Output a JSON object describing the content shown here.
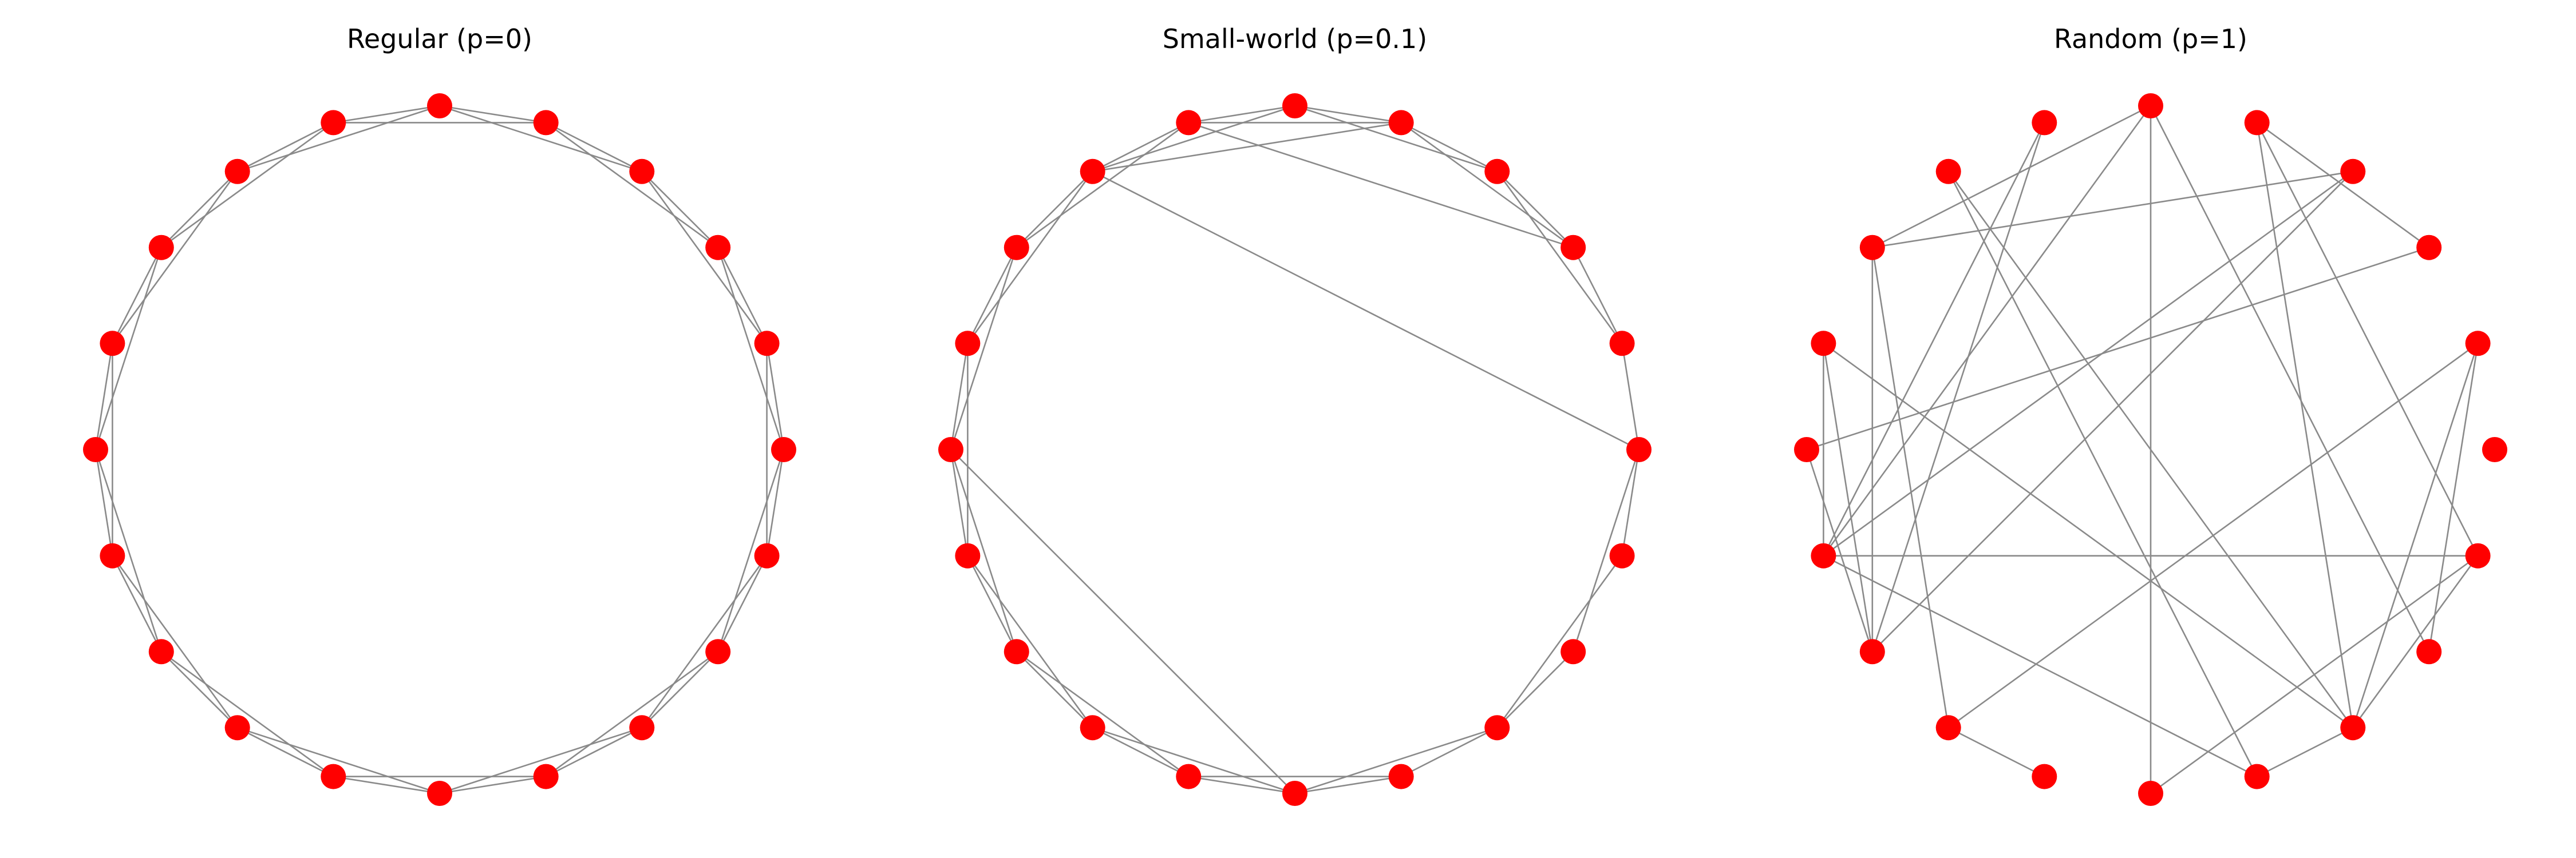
{
  "figure": {
    "node_color": "#ff0000",
    "edge_color": "#8a8a8a",
    "background": "#ffffff",
    "panels": [
      {
        "title": "Regular (p=0)",
        "node_count": 20,
        "edges": [
          [
            0,
            1
          ],
          [
            0,
            2
          ],
          [
            0,
            18
          ],
          [
            0,
            19
          ],
          [
            1,
            2
          ],
          [
            1,
            3
          ],
          [
            1,
            19
          ],
          [
            2,
            3
          ],
          [
            2,
            4
          ],
          [
            3,
            4
          ],
          [
            3,
            5
          ],
          [
            4,
            5
          ],
          [
            4,
            6
          ],
          [
            5,
            6
          ],
          [
            5,
            7
          ],
          [
            6,
            7
          ],
          [
            6,
            8
          ],
          [
            7,
            8
          ],
          [
            7,
            9
          ],
          [
            8,
            9
          ],
          [
            8,
            10
          ],
          [
            9,
            10
          ],
          [
            9,
            11
          ],
          [
            10,
            11
          ],
          [
            10,
            12
          ],
          [
            11,
            12
          ],
          [
            11,
            13
          ],
          [
            12,
            13
          ],
          [
            12,
            14
          ],
          [
            13,
            14
          ],
          [
            13,
            15
          ],
          [
            14,
            15
          ],
          [
            14,
            16
          ],
          [
            15,
            16
          ],
          [
            15,
            17
          ],
          [
            16,
            17
          ],
          [
            16,
            18
          ],
          [
            17,
            18
          ],
          [
            17,
            19
          ],
          [
            18,
            19
          ]
        ]
      },
      {
        "title": "Small-world (p=0.1)",
        "node_count": 20,
        "edges": [
          [
            0,
            1
          ],
          [
            0,
            7
          ],
          [
            0,
            18
          ],
          [
            0,
            19
          ],
          [
            1,
            2
          ],
          [
            1,
            3
          ],
          [
            2,
            3
          ],
          [
            2,
            4
          ],
          [
            2,
            6
          ],
          [
            3,
            4
          ],
          [
            3,
            5
          ],
          [
            4,
            5
          ],
          [
            4,
            6
          ],
          [
            4,
            7
          ],
          [
            5,
            6
          ],
          [
            5,
            7
          ],
          [
            6,
            7
          ],
          [
            6,
            8
          ],
          [
            7,
            8
          ],
          [
            7,
            9
          ],
          [
            8,
            9
          ],
          [
            8,
            10
          ],
          [
            9,
            10
          ],
          [
            9,
            11
          ],
          [
            10,
            11
          ],
          [
            10,
            12
          ],
          [
            10,
            15
          ],
          [
            11,
            12
          ],
          [
            11,
            13
          ],
          [
            12,
            13
          ],
          [
            12,
            14
          ],
          [
            13,
            14
          ],
          [
            13,
            15
          ],
          [
            14,
            15
          ],
          [
            14,
            16
          ],
          [
            15,
            16
          ],
          [
            15,
            17
          ],
          [
            16,
            17
          ],
          [
            17,
            18
          ],
          [
            17,
            19
          ]
        ]
      },
      {
        "title": "Random (p=1)",
        "node_count": 20,
        "edges": [
          [
            1,
            13
          ],
          [
            1,
            17
          ],
          [
            1,
            18
          ],
          [
            2,
            4
          ],
          [
            2,
            10
          ],
          [
            3,
            8
          ],
          [
            3,
            11
          ],
          [
            3,
            12
          ],
          [
            4,
            17
          ],
          [
            4,
            19
          ],
          [
            5,
            8
          ],
          [
            5,
            11
          ],
          [
            5,
            15
          ],
          [
            5,
            18
          ],
          [
            6,
            11
          ],
          [
            6,
            12
          ],
          [
            7,
            16
          ],
          [
            7,
            17
          ],
          [
            8,
            12
          ],
          [
            8,
            13
          ],
          [
            9,
            11
          ],
          [
            9,
            12
          ],
          [
            9,
            17
          ],
          [
            10,
            12
          ],
          [
            11,
            16
          ],
          [
            11,
            19
          ],
          [
            13,
            14
          ],
          [
            15,
            19
          ],
          [
            16,
            17
          ],
          [
            17,
            19
          ]
        ]
      }
    ]
  }
}
